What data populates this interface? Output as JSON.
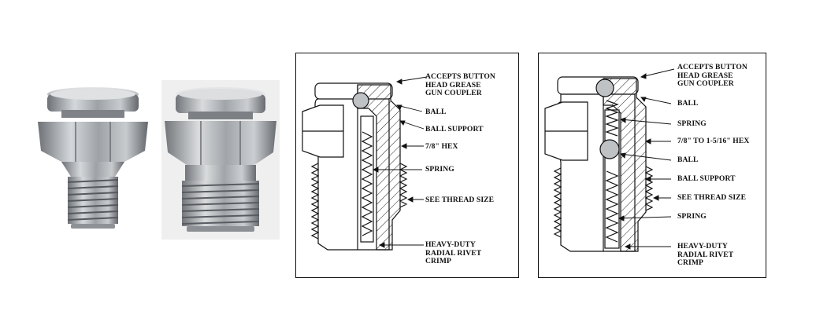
{
  "diagram1": {
    "labels": {
      "accepts_line1": "ACCEPTS BUTTON",
      "accepts_line2": "HEAD GREASE",
      "accepts_line3": "GUN COUPLER",
      "ball": "BALL",
      "ball_support": "BALL SUPPORT",
      "hex": "7/8\" HEX",
      "spring": "SPRING",
      "thread": "SEE THREAD SIZE",
      "crimp_line1": "HEAVY-DUTY",
      "crimp_line2": "RADIAL RIVET",
      "crimp_line3": "CRIMP"
    }
  },
  "diagram2": {
    "labels": {
      "accepts_line1": "ACCEPTS BUTTON",
      "accepts_line2": "HEAD GREASE",
      "accepts_line3": "GUN COUPLER",
      "ball_top": "BALL",
      "spring_top": "SPRING",
      "hex": "7/8\" TO 1-5/16\" HEX",
      "ball_bottom": "BALL",
      "ball_support": "BALL SUPPORT",
      "thread": "SEE THREAD SIZE",
      "spring_bottom": "SPRING",
      "crimp_line1": "HEAVY-DUTY",
      "crimp_line2": "RADIAL RIVET",
      "crimp_line3": "CRIMP"
    }
  }
}
